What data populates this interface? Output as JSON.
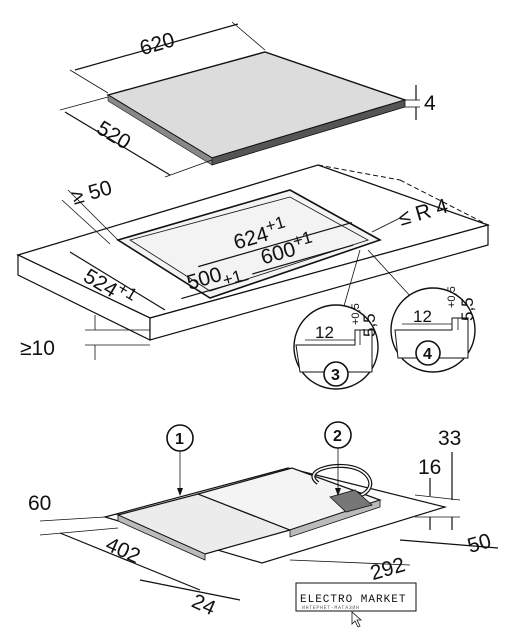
{
  "hob": {
    "width": "620",
    "depth": "520",
    "thickness": "4"
  },
  "cutout": {
    "min_rear_margin": "≥ 50",
    "corner_radius": "≤ R 4",
    "width_a": "624",
    "width_a_tol": "+1",
    "width_b": "600",
    "width_b_tol": "+1",
    "width_inner": "500",
    "width_inner_tol": "+1",
    "depth": "524",
    "depth_tol": "+1",
    "min_worktop_thickness": "≥10"
  },
  "details": [
    {
      "number": "3",
      "width": "12",
      "height": "5,5",
      "height_tol": "+0,5"
    },
    {
      "number": "4",
      "width": "12",
      "height": "5,5",
      "height_tol": "+0,5"
    }
  ],
  "underside": {
    "callout_1": "1",
    "callout_2": "2",
    "dims": {
      "d60": "60",
      "d402": "402",
      "d24": "24",
      "d16": "16",
      "d33": "33",
      "d50": "50",
      "d292": "292"
    }
  },
  "watermark": {
    "title": "ELECTRO MARKET",
    "subtitle": "ИНТЕРНЕТ-МАГАЗИН"
  }
}
